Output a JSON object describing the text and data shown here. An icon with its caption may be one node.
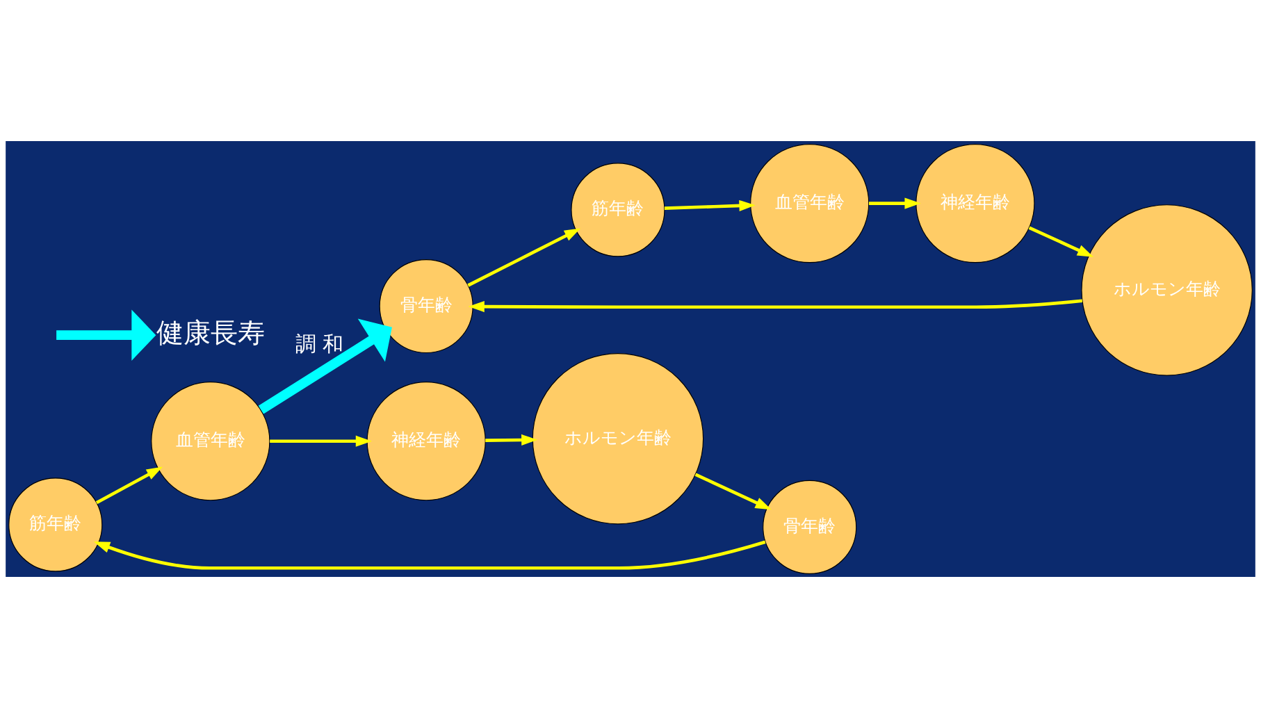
{
  "diagram": {
    "nodes": [
      {
        "text": [
          "筋年齢"
        ]
      },
      {
        "text": [
          "骨年齢"
        ]
      },
      {
        "text": [
          "血管年齢"
        ]
      },
      {
        "text": [
          "神経年齢"
        ]
      },
      {
        "text": [
          "ホルモン年齢"
        ]
      },
      {
        "text": [
          "健康長寿"
        ]
      },
      {
        "text": [
          "筋年齢"
        ]
      },
      {
        "text": [
          "骨年齢"
        ]
      },
      {
        "text": [
          "血管年齢"
        ]
      },
      {
        "text": [
          "神経年齢"
        ]
      },
      {
        "text": [
          "ホルモン年齢"
        ]
      }
    ],
    "edges": [
      {
        "from": 1,
        "to": 0,
        "arrow": "to"
      },
      {
        "from": 0,
        "to": 2,
        "arrow": "to"
      },
      {
        "from": 2,
        "to": 3,
        "arrow": "to"
      },
      {
        "from": 3,
        "to": 4,
        "arrow": "to"
      },
      {
        "from": 4,
        "to": 1,
        "arrow": "to"
      },
      {
        "from": 2,
        "to": 7,
        "arrow": "to",
        "label": "調 和",
        "style": "thick",
        "color": "#00ffff"
      },
      {
        "from": null,
        "to": 5,
        "arrow": "to",
        "style": "thick",
        "color": "#00ffff"
      },
      {
        "from": 7,
        "to": 6,
        "arrow": "to"
      },
      {
        "from": 6,
        "to": 8,
        "arrow": "to"
      },
      {
        "from": 8,
        "to": 9,
        "arrow": "to"
      },
      {
        "from": 9,
        "to": 10,
        "arrow": "to"
      },
      {
        "from": 10,
        "to": 7,
        "arrow": "to"
      }
    ]
  }
}
